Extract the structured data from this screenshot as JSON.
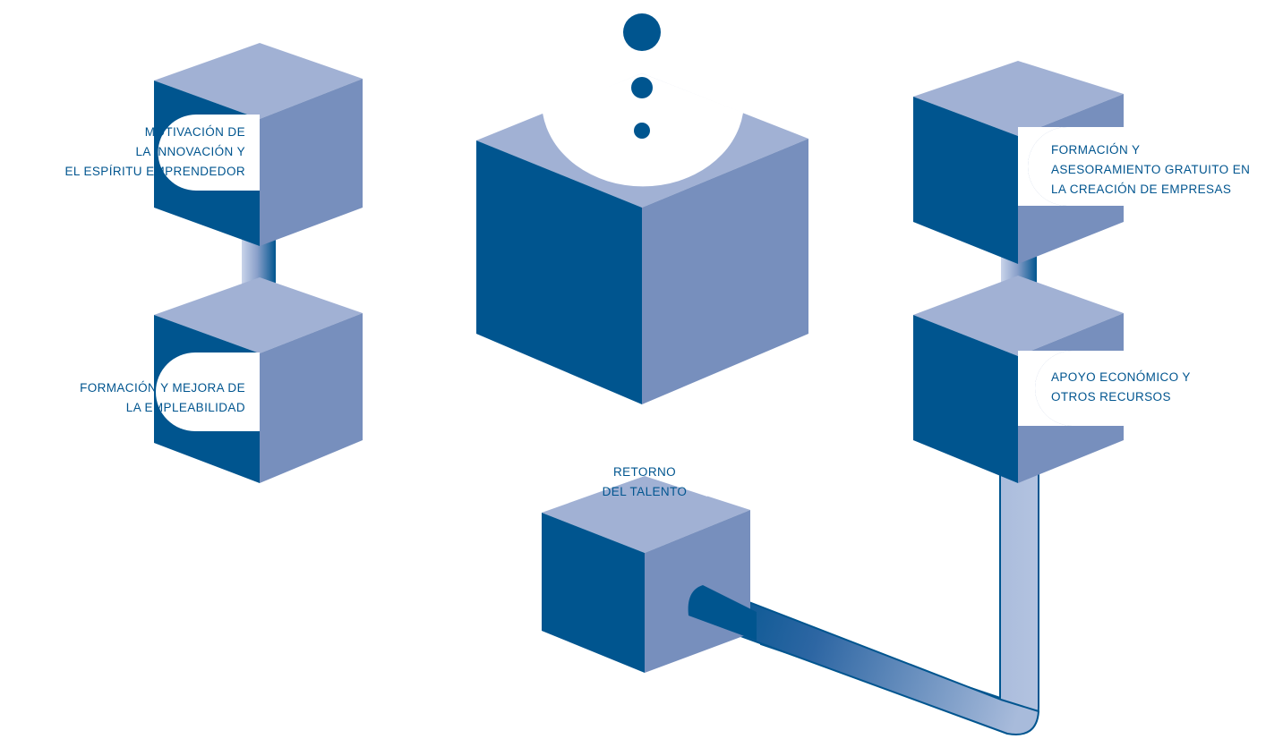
{
  "colors": {
    "front_dark": "#00558f",
    "side": "#778fbd",
    "top": "#a1b1d4",
    "text": "#00558f",
    "background": "#ffffff"
  },
  "nodes": {
    "motivacion": {
      "lines": [
        "MOTIVACIÓN DE",
        "LA INNOVACIÓN Y",
        "EL ESPÍRITU EMPRENDEDOR"
      ]
    },
    "formacion_empleabilidad": {
      "lines": [
        "FORMACIÓN Y MEJORA DE",
        "LA EMPLEABILIDAD"
      ]
    },
    "formacion_asesoramiento": {
      "lines": [
        "FORMACIÓN Y",
        "ASESORAMIENTO GRATUITO EN",
        "LA CREACIÓN DE EMPRESAS"
      ]
    },
    "apoyo_economico": {
      "lines": [
        "APOYO ECONÓMICO Y",
        "OTROS RECURSOS"
      ]
    },
    "retorno_talento": {
      "lines": [
        "RETORNO",
        "DEL TALENTO"
      ]
    }
  }
}
